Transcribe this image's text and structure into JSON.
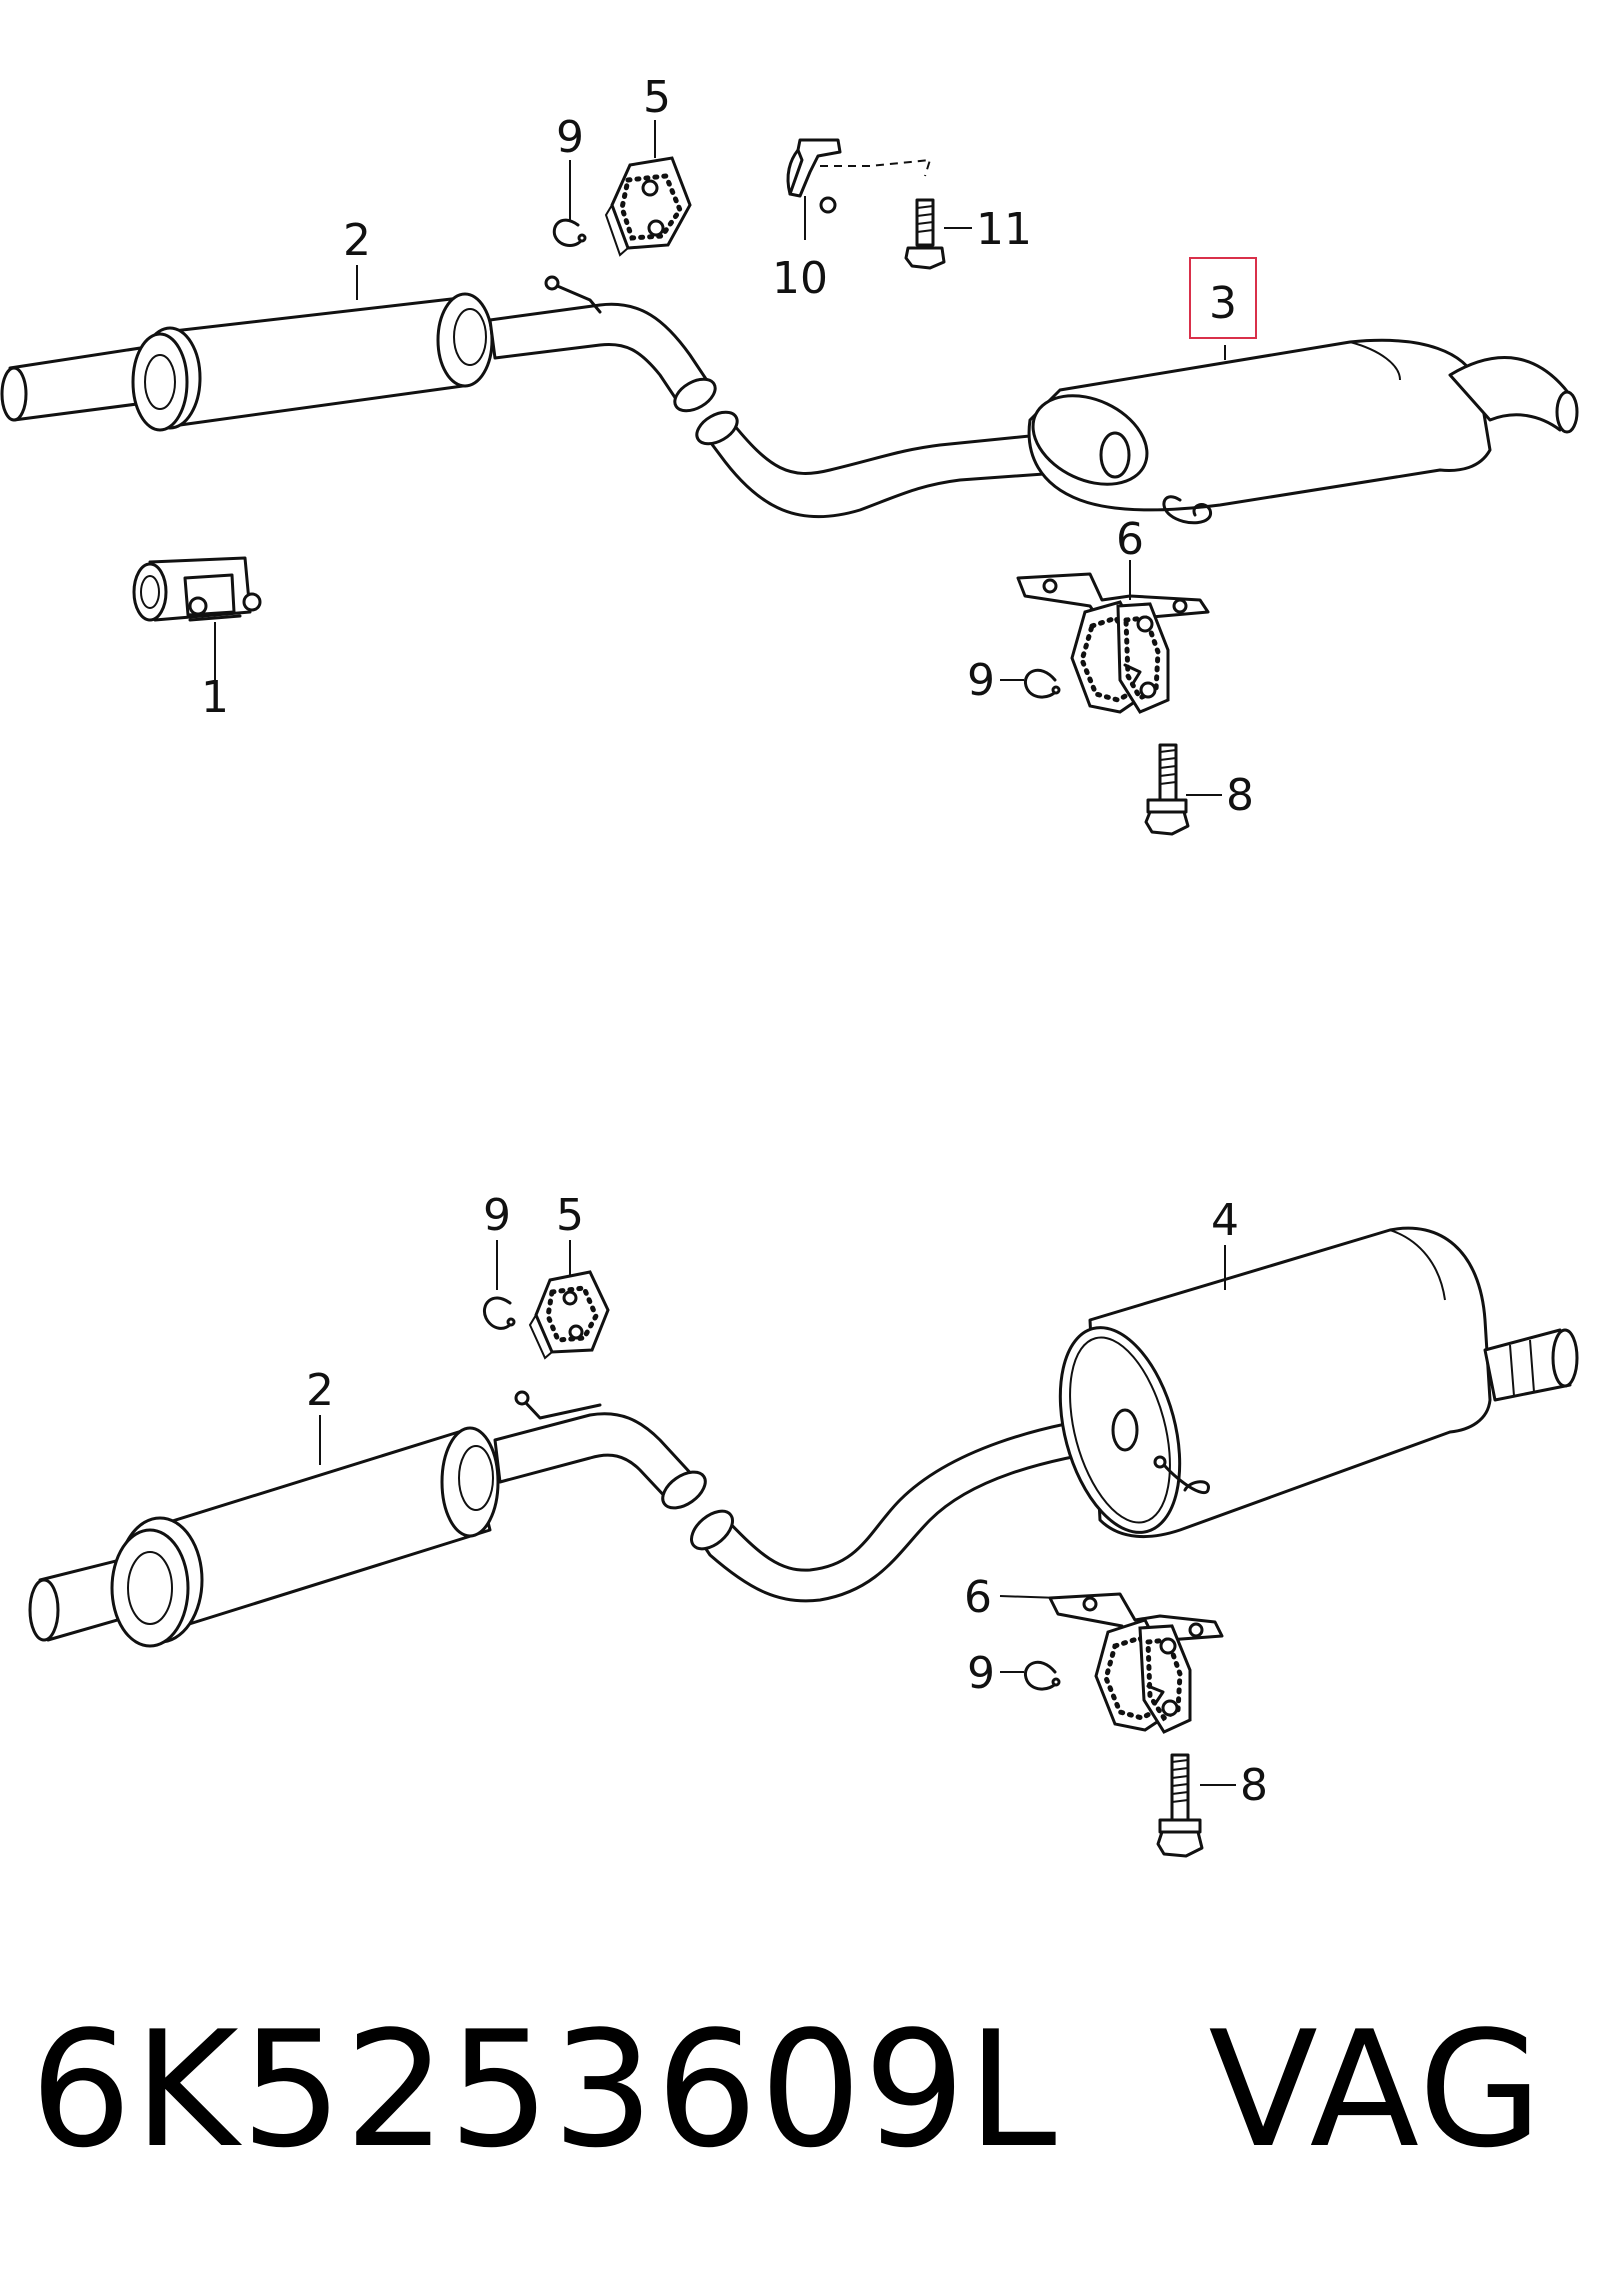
{
  "top_diagram": {
    "callouts": {
      "c1": "1",
      "c2": "2",
      "c3": "3",
      "c5": "5",
      "c6": "6",
      "c8": "8",
      "c9a": "9",
      "c9b": "9",
      "c10": "10",
      "c11": "11"
    },
    "highlighted_callout": "3",
    "highlight_color": "#d9304a"
  },
  "bottom_diagram": {
    "callouts": {
      "c2": "2",
      "c4": "4",
      "c5": "5",
      "c6": "6",
      "c8": "8",
      "c9a": "9",
      "c9b": "9"
    }
  },
  "footer": {
    "part_number": "6K5253609L",
    "brand": "VAG"
  }
}
